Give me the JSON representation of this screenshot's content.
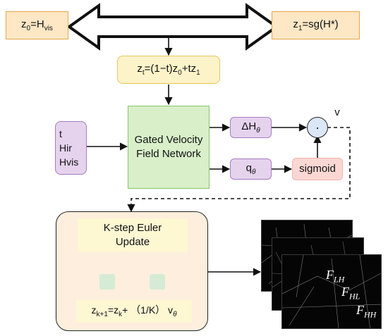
{
  "z0_box": {
    "prefix": "z",
    "sub": "0",
    "middle": "=H",
    "sub2": "vis"
  },
  "z1_box": {
    "prefix": "z",
    "sub": "1",
    "rest": "=sg(H*)"
  },
  "zt_box": {
    "a": "z",
    "a_sub": "t",
    "b": "=(1−t)z",
    "b_sub": "0",
    "c": "+tz",
    "c_sub": "1"
  },
  "inputs": {
    "line1": "t",
    "line2": "Hir",
    "line3": "Hvis"
  },
  "network": {
    "line1": "Gated Velocity",
    "line2": "Field Network"
  },
  "delta_h": {
    "text": "ΔH",
    "sub": "θ"
  },
  "q": {
    "text": "q",
    "sub": "θ"
  },
  "sigmoid": {
    "text": "sigmoid"
  },
  "multiply": {
    "symbol": "·"
  },
  "v_label": {
    "text": "v"
  },
  "euler": {
    "title_line1": "K-step Euler",
    "title_line2": "Update",
    "eq_a": "z",
    "eq_a_sub": "k+1",
    "eq_b": "=z",
    "eq_b_sub": "k",
    "eq_c": "+ （1/K） v",
    "eq_c_sub": "θ"
  },
  "features": [
    {
      "text": "F",
      "sub": "LH"
    },
    {
      "text": "F",
      "sub": "HL"
    },
    {
      "text": "F",
      "sub": "HH"
    }
  ]
}
